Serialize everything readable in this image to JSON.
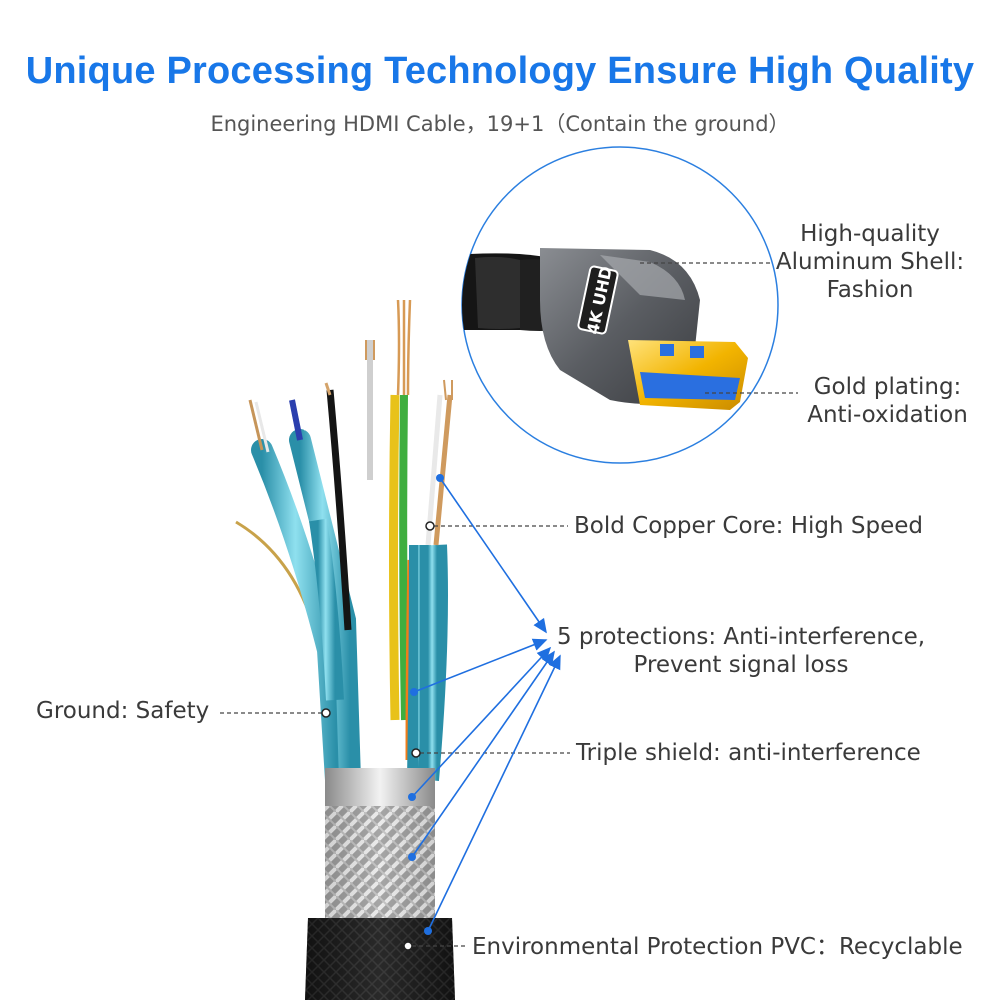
{
  "title": "Unique Processing Technology Ensure High Quality",
  "subtitle": "Engineering HDMI Cable，19+1（Contain the ground）",
  "connector": {
    "badge": "4K UHD"
  },
  "labels": {
    "shell_line1": "High-quality",
    "shell_line2": "Aluminum Shell:",
    "shell_line3": "Fashion",
    "gold_line1": "Gold plating:",
    "gold_line2": "Anti-oxidation",
    "copper": "Bold Copper Core: High Speed",
    "protections_line1": "5 protections: Anti-interference,",
    "protections_line2": "Prevent signal loss",
    "ground": "Ground: Safety",
    "shield": "Triple shield: anti-interference",
    "pvc": "Environmental Protection PVC：Recyclable"
  },
  "colors": {
    "title": "#1877e8",
    "blue_line": "#1f6fe0",
    "teal_insulation": "#3fb0c8",
    "gold": "#f2b400",
    "jacket": "#1c1c1c"
  }
}
